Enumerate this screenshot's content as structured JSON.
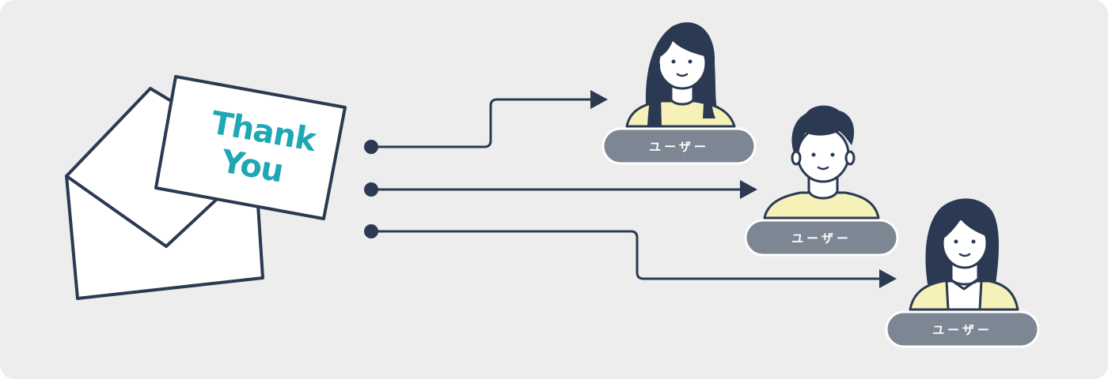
{
  "card": {
    "line1": "Thank",
    "line2": "You"
  },
  "recipients": [
    {
      "label": "ユーザー",
      "avatar": "woman-long-hair-icon"
    },
    {
      "label": "ユーザー",
      "avatar": "man-curly-hair-icon"
    },
    {
      "label": "ユーザー",
      "avatar": "woman-collar-shirt-icon"
    }
  ],
  "colors": {
    "background": "#ededed",
    "stroke": "#2b3a52",
    "accent_text": "#1fa7b5",
    "label_fill": "#7d8794",
    "shirt": "#f5f1b8",
    "hair": "#2b3a52"
  }
}
